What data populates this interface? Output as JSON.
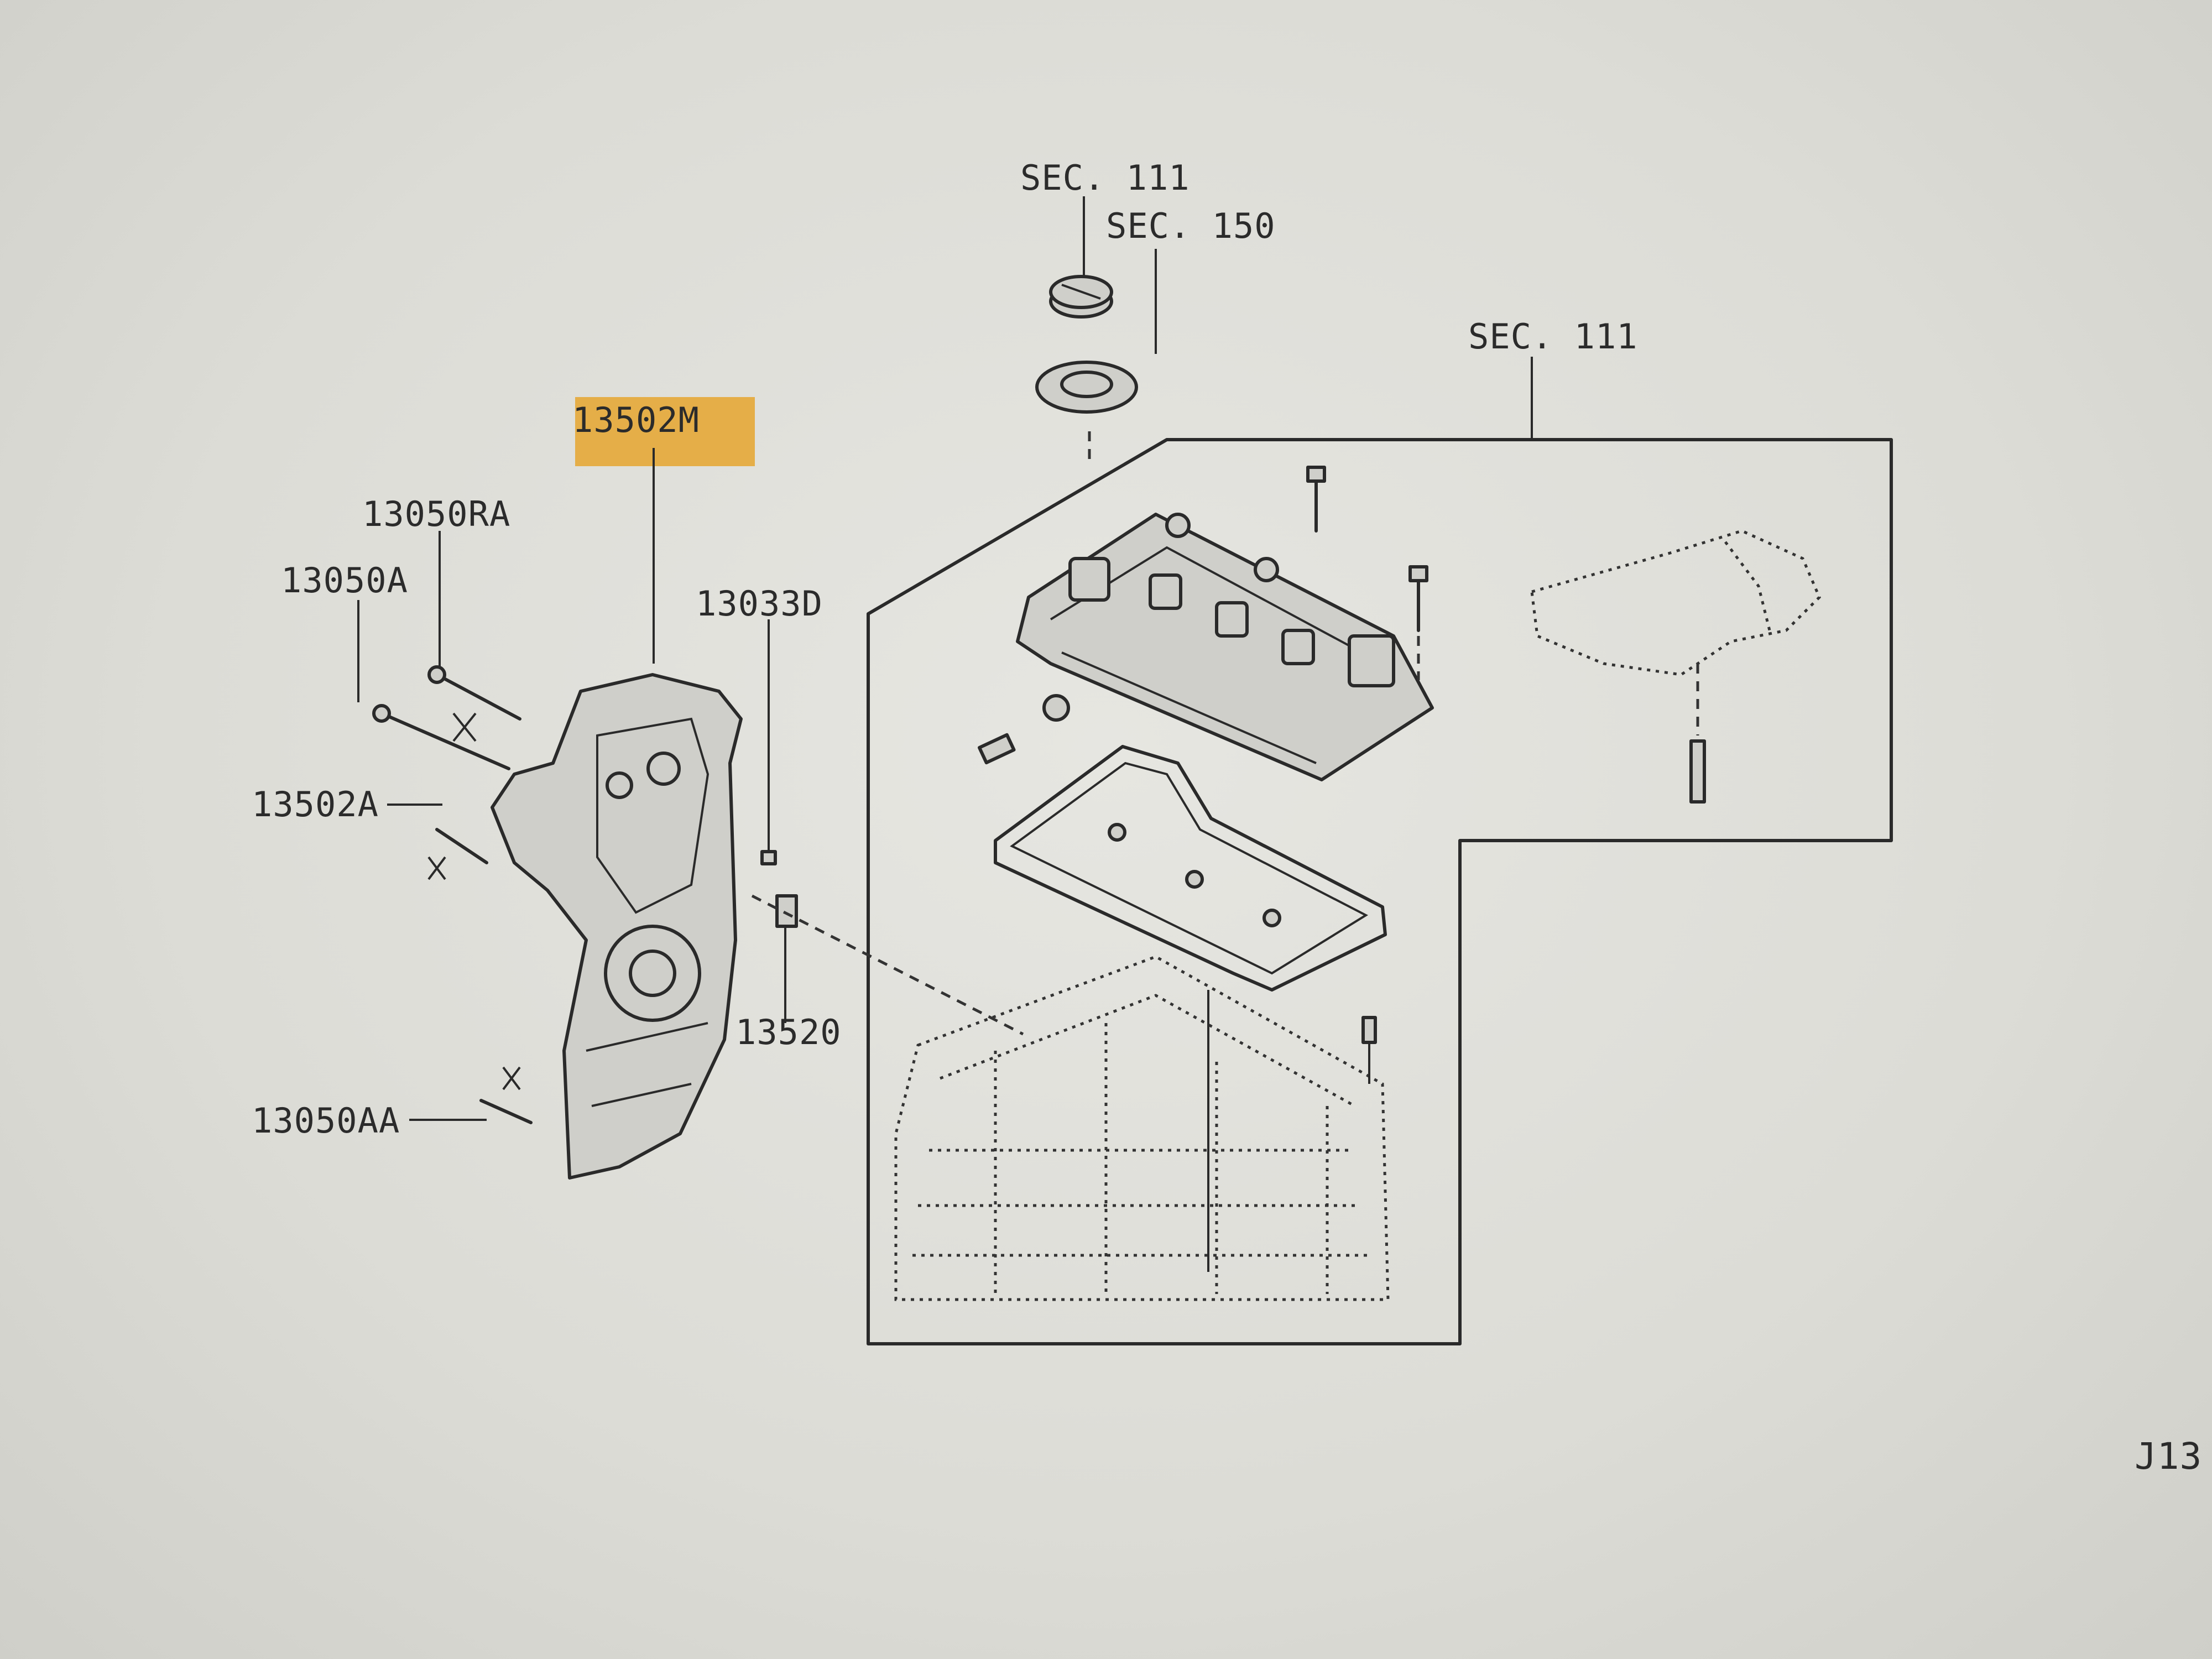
{
  "diagram": {
    "part_labels": [
      "13502M",
      "13050RA",
      "13050A",
      "13033D",
      "13502A",
      "13520",
      "13050AA"
    ],
    "section_labels": [
      "SEC. 111",
      "SEC. 150",
      "SEC. 111"
    ],
    "corner_code": "J13",
    "highlighted_part": "13502M",
    "highlight_color": "#e5a93c"
  }
}
